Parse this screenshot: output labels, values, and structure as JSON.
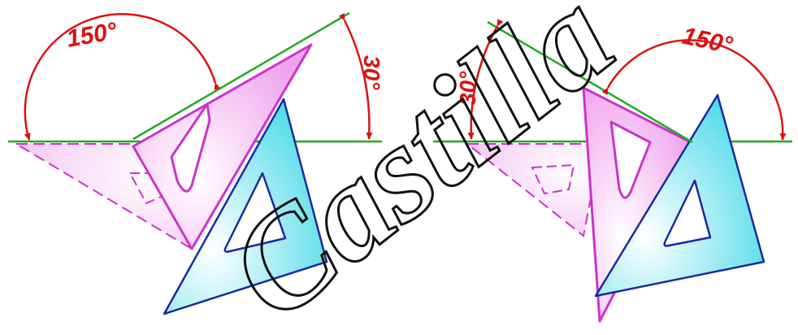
{
  "colors": {
    "baseline": "#22aa22",
    "angle": "#dd1111",
    "setsquare_30_60": "#cc33cc",
    "setsquare_45": "#1a2aa0",
    "fill_pink": "#f6b8f2",
    "fill_cyan": "#7fe8f0",
    "watermark": "#111111"
  },
  "left_figure": {
    "angle_large": "150°",
    "angle_small": "30°"
  },
  "right_figure": {
    "angle_large": "150°",
    "angle_small": "30°"
  },
  "watermark": {
    "text": "Castilla"
  }
}
